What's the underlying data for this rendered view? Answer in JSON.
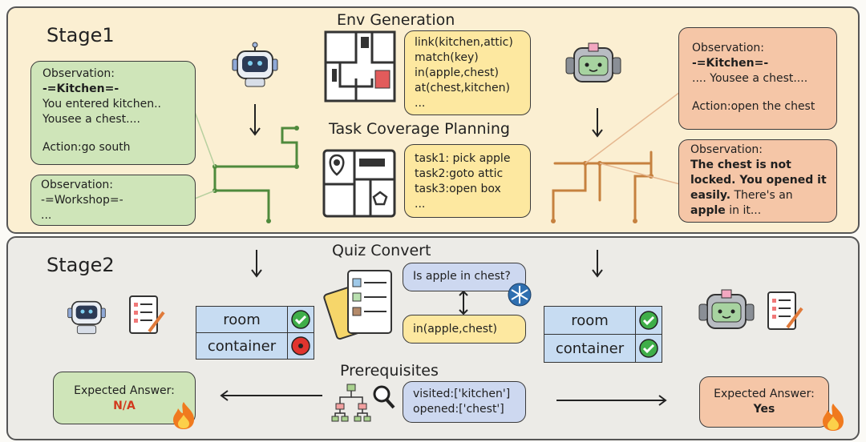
{
  "stage1": {
    "title": "Stage1",
    "env_generation": {
      "heading": "Env Generation",
      "facts": [
        "link(kitchen,attic)",
        "match(key)",
        "in(apple,chest)",
        "at(chest,kitchen)",
        "..."
      ]
    },
    "task_coverage": {
      "heading": "Task Coverage Planning",
      "tasks": [
        "task1: pick apple",
        "task2:goto attic",
        "task3:open box",
        "..."
      ]
    },
    "left_obs1": {
      "line1": "Observation:",
      "room": "-=Kitchen=-",
      "line3": "You entered kitchen..",
      "line4": "Yousee a chest....",
      "action": "Action:go south"
    },
    "left_obs2": {
      "line1": "Observation:",
      "room": "-=Workshop=-",
      "line3": "..."
    },
    "right_obs1": {
      "line1": "Observation:",
      "room": "-=Kitchen=-",
      "line3": ".... Yousee a chest....",
      "action": "Action:open the chest"
    },
    "right_obs2": {
      "line1": "Observation:",
      "bold1": "The chest is not",
      "bold2": "locked. You opened it",
      "bold3": "easily.",
      "rest3": " There's an",
      "bold4": "apple",
      "rest4": " in it..."
    }
  },
  "stage2": {
    "title": "Stage2",
    "quiz": {
      "heading": "Quiz Convert",
      "question": "Is apple in chest?",
      "fact": "in(apple,chest)"
    },
    "prerequisites": {
      "heading": "Prerequisites",
      "visited": "visited:['kitchen']",
      "opened": "opened:['chest']"
    },
    "left_table": {
      "rows": [
        {
          "label": "room",
          "status": "check"
        },
        {
          "label": "container",
          "status": "cross"
        }
      ]
    },
    "right_table": {
      "rows": [
        {
          "label": "room",
          "status": "check"
        },
        {
          "label": "container",
          "status": "check"
        }
      ]
    },
    "left_answer": {
      "label": "Expected Answer:",
      "value": "N/A"
    },
    "right_answer": {
      "label": "Expected Answer:",
      "value": "Yes"
    }
  },
  "colors": {
    "stage1_bg": "#fbefd2",
    "stage2_bg": "#ecebe7",
    "green_box": "#cfe5b9",
    "yellow_box": "#fde8a0",
    "orange_box": "#f5c6a7",
    "blue_box": "#cdd8f0",
    "check_green": "#3fae49",
    "cross_red": "#e0342e",
    "na_red": "#d23a1e"
  },
  "icons": [
    "robot-icon",
    "robot-sad-icon",
    "map-icon",
    "map-pin-icon",
    "checklist-icon",
    "quiz-doc-icon",
    "snowflake-icon",
    "tree-icon",
    "magnifier-icon",
    "flame-icon",
    "check-icon",
    "cross-icon"
  ]
}
